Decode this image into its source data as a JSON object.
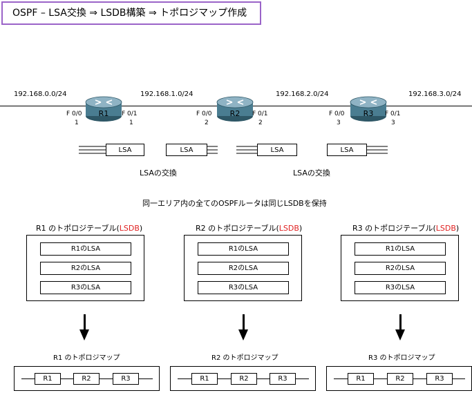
{
  "title": "OSPF – LSA交換 ⇒ LSDB構築 ⇒ トポロジマップ作成",
  "networks": [
    "192.168.0.0/24",
    "192.168.1.0/24",
    "192.168.2.0/24",
    "192.168.3.0/24"
  ],
  "routers": [
    {
      "name": "R1",
      "left_port": "F 0/0",
      "left_host": "1",
      "right_port": "F 0/1",
      "right_host": "1"
    },
    {
      "name": "R2",
      "left_port": "F 0/0",
      "left_host": "2",
      "right_port": "F 0/1",
      "right_host": "2"
    },
    {
      "name": "R3",
      "left_port": "F 0/0",
      "left_host": "3",
      "right_port": "F 0/1",
      "right_host": "3"
    }
  ],
  "lsa_label": "LSA",
  "exchange_label": "LSAの交換",
  "statement": "同一エリア内の全てのOSPFルータは同じLSDBを保持",
  "tables": [
    {
      "title_prefix": "R1 のトポロジテーブル(",
      "title_red": "LSDB",
      "title_suffix": ")",
      "entries": [
        "R1のLSA",
        "R2のLSA",
        "R3のLSA"
      ],
      "map_title": "R1 のトポロジマップ"
    },
    {
      "title_prefix": "R2 のトポロジテーブル(",
      "title_red": "LSDB",
      "title_suffix": ")",
      "entries": [
        "R1のLSA",
        "R2のLSA",
        "R3のLSA"
      ],
      "map_title": "R2 のトポロジマップ"
    },
    {
      "title_prefix": "R3 のトポロジテーブル(",
      "title_red": "LSDB",
      "title_suffix": ")",
      "entries": [
        "R1のLSA",
        "R2のLSA",
        "R3のLSA"
      ],
      "map_title": "R3 のトポロジマップ"
    }
  ],
  "map_nodes": [
    "R1",
    "R2",
    "R3"
  ],
  "colors": {
    "title_border": "#9a63c8",
    "lsdb_text": "#e02020",
    "router_body": "#4a7d91"
  }
}
